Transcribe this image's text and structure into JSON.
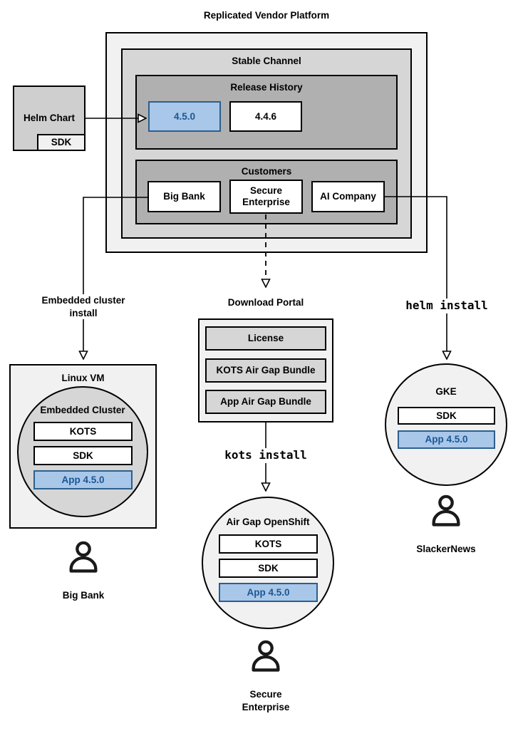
{
  "title": "Replicated Vendor Platform",
  "platform": {
    "stable_channel_label": "Stable Channel",
    "release_history_label": "Release History",
    "releases": [
      "4.5.0",
      "4.4.6"
    ],
    "customers_label": "Customers",
    "customers": [
      "Big Bank",
      "Secure Enterprise",
      "AI Company"
    ]
  },
  "helm_chart": {
    "label": "Helm Chart",
    "sdk_label": "SDK"
  },
  "left_flow": {
    "arrow_label": "Embedded cluster install",
    "vm_label": "Linux VM",
    "cluster_label": "Embedded Cluster",
    "components": [
      "KOTS",
      "SDK"
    ],
    "app_label": "App 4.5.0",
    "user_label": "Big Bank"
  },
  "middle_flow": {
    "portal_label": "Download Portal",
    "portal_items": [
      "License",
      "KOTS Air Gap Bundle",
      "App Air Gap Bundle"
    ],
    "arrow_label": "kots install",
    "cluster_label": "Air Gap OpenShift",
    "components": [
      "KOTS",
      "SDK"
    ],
    "app_label": "App 4.5.0",
    "user_label": "Secure Enterprise"
  },
  "right_flow": {
    "arrow_label": "helm install",
    "cluster_label": "GKE",
    "components": [
      "SDK"
    ],
    "app_label": "App 4.5.0",
    "user_label": "SlackerNews"
  },
  "colors": {
    "accent_fill": "#a9c7e9",
    "accent_border": "#2c5f8d",
    "accent_text": "#1a5795",
    "gray_light": "#f1f1f1",
    "gray_mid": "#d6d6d6",
    "gray_dark": "#b0b0b0",
    "helm_fill": "#cfcfcf",
    "line": "#000000"
  }
}
